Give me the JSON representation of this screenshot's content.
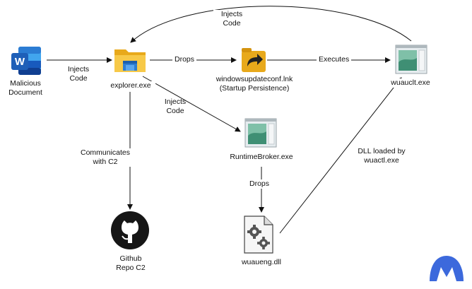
{
  "nodes": {
    "malicious_document": {
      "label_line1": "Malicious",
      "label_line2": "Document",
      "icon": "word-document-icon",
      "color": "#1e5fb8"
    },
    "explorer": {
      "label": "explorer.exe",
      "icon": "folder-icon"
    },
    "windowsupdateconf": {
      "label_line1": "windowsupdateconf.lnk",
      "label_line2": "(Startup Persistence)",
      "icon": "shortcut-arrow-icon"
    },
    "wuauclt": {
      "label": "wuauclt.exe",
      "icon": "app-window-icon"
    },
    "runtimebroker": {
      "label": "RuntimeBroker.exe",
      "icon": "app-window-icon"
    },
    "wuaueng": {
      "label": "wuaueng.dll",
      "icon": "dll-gears-icon"
    },
    "github": {
      "label_line1": "Github",
      "label_line2": "Repo C2",
      "icon": "github-icon"
    }
  },
  "edges": {
    "doc_to_explorer": {
      "line1": "Injects",
      "line2": "Code"
    },
    "explorer_to_lnk": {
      "text": "Drops"
    },
    "lnk_to_wuauclt": {
      "text": "Executes"
    },
    "wuauclt_to_explorer": {
      "line1": "Injects",
      "line2": "Code"
    },
    "explorer_to_runtimebroker": {
      "line1": "Injects",
      "line2": "Code"
    },
    "explorer_to_github": {
      "line1": "Communicates",
      "line2": "with C2"
    },
    "runtimebroker_to_dll": {
      "text": "Drops"
    },
    "dll_to_wuauclt": {
      "line1": "DLL loaded by",
      "line2": "wuactl.exe"
    }
  },
  "watermark": {
    "icon": "malwarebytes-logo-icon",
    "color": "#1a4fd6"
  }
}
